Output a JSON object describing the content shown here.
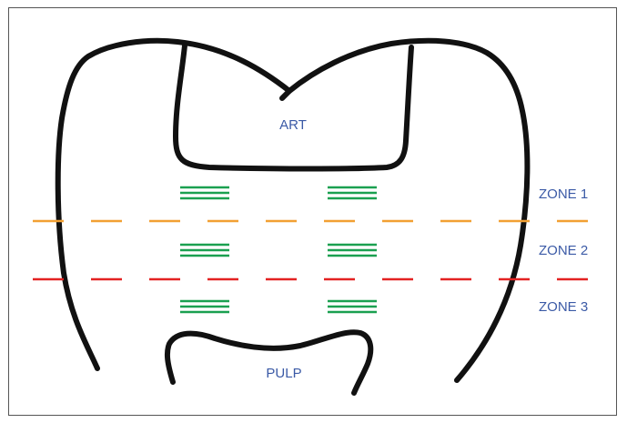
{
  "labels": {
    "art": "ART",
    "pulp": "PULP",
    "zone1": "ZONE 1",
    "zone2": "ZONE 2",
    "zone3": "ZONE 3"
  },
  "colors": {
    "outline": "#111111",
    "orange_line": "#f2a033",
    "red_line": "#e32222",
    "green_marks": "#1aa050",
    "label_text": "#3b5aa6",
    "frame": "#555555"
  }
}
